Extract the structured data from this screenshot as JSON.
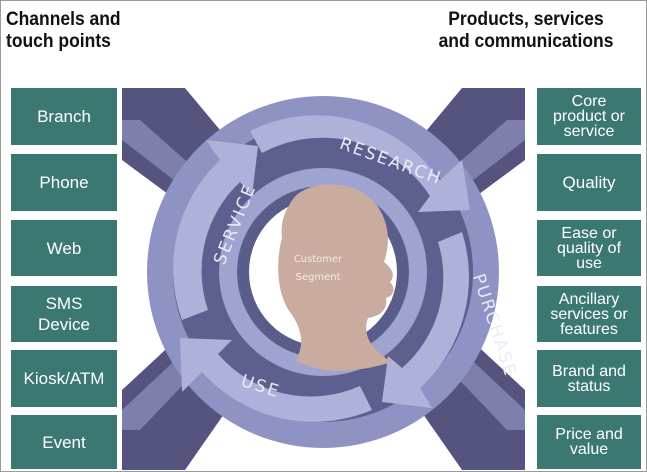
{
  "headings": {
    "left": [
      "Channels and",
      "touch points"
    ],
    "right": [
      "Products, services",
      "and communications"
    ]
  },
  "left_boxes": [
    {
      "lines": [
        "Branch"
      ]
    },
    {
      "lines": [
        "Phone"
      ]
    },
    {
      "lines": [
        "Web"
      ]
    },
    {
      "lines": [
        "SMS",
        "Device"
      ]
    },
    {
      "lines": [
        "Kiosk/ATM"
      ]
    },
    {
      "lines": [
        "Event"
      ]
    }
  ],
  "right_boxes": [
    {
      "lines": [
        "Core",
        "product or",
        "service"
      ]
    },
    {
      "lines": [
        "Quality"
      ]
    },
    {
      "lines": [
        "Ease or",
        "quality of",
        "use"
      ]
    },
    {
      "lines": [
        "Ancillary",
        "services or",
        "features"
      ]
    },
    {
      "lines": [
        "Brand and",
        "status"
      ]
    },
    {
      "lines": [
        "Price and",
        "value"
      ]
    }
  ],
  "cycle": {
    "stages": [
      "RESEARCH",
      "PURCHASE",
      "USE",
      "SERVICE"
    ],
    "center_label": [
      "Customer",
      "Segment"
    ]
  },
  "colors": {
    "box_fill": "#3b7872",
    "box_text": "#ffffff",
    "arrow_outer": "#6f6f9f",
    "arrow_inner": "#b2b2d5",
    "ring_dark": "#4a4a78",
    "ring_segment": "#a7acd6",
    "head_fill": "#c7aaa0"
  }
}
